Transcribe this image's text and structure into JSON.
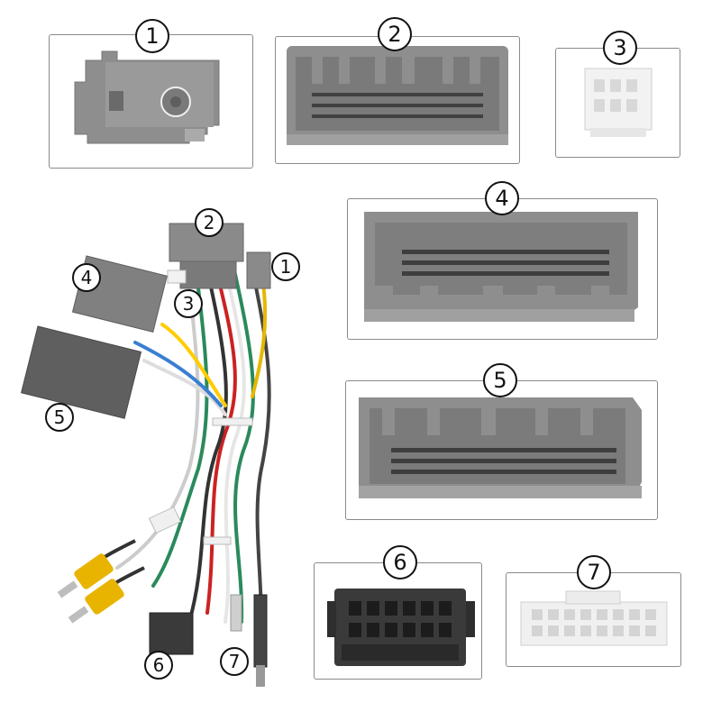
{
  "labels": {
    "c1": "1",
    "c2": "2",
    "c3": "3",
    "c4": "4",
    "c5": "5",
    "c6": "6",
    "c7": "7"
  },
  "colors": {
    "frame_border": "#8a8a8a",
    "connector_grey": "#8e8e8e",
    "connector_dark": "#5f5f5f",
    "connector_white": "#f2f2f2",
    "connector_black": "#3a3a3a",
    "rca_yellow": "#e8b400"
  }
}
